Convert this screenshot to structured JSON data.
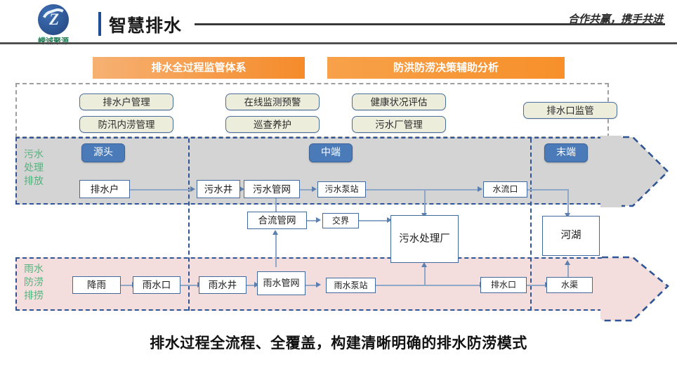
{
  "header": {
    "logo_text": "嵘诚聚源",
    "logo_mark": "Z",
    "title": "智慧排水",
    "tagline": "合作共赢，携手共进"
  },
  "banners": [
    {
      "label": "排水全过程监管体系"
    },
    {
      "label": "防洪防涝决策辅助分析"
    }
  ],
  "modules": [
    {
      "label": "排水户管理"
    },
    {
      "label": "防汛内涝管理"
    },
    {
      "label": "在线监测预警"
    },
    {
      "label": "巡查养护"
    },
    {
      "label": "健康状况评估"
    },
    {
      "label": "污水厂管理"
    },
    {
      "label": "排水口监管"
    }
  ],
  "stages": [
    {
      "label": "源头"
    },
    {
      "label": "中端"
    },
    {
      "label": "末端"
    }
  ],
  "bands": [
    {
      "id": "sewage",
      "label": "污水\n处理\n排放",
      "line1": "污水",
      "line2": "处理",
      "line3": "排放",
      "color": "#d4d4d4"
    },
    {
      "id": "storm",
      "label": "雨水\n防涝\n排捞",
      "line1": "雨水",
      "line2": "防涝",
      "line3": "排捞",
      "color": "#f3dedd"
    }
  ],
  "nodes": {
    "sewage_row": [
      {
        "label": "排水户"
      },
      {
        "label": "污水井"
      },
      {
        "label": "污水管网"
      },
      {
        "label": "污水泵站"
      },
      {
        "label": "水流口"
      }
    ],
    "middle_row": [
      {
        "label": "合流管网"
      },
      {
        "label": "交界"
      }
    ],
    "plant": {
      "label": "污水处理厂"
    },
    "lake": {
      "label": "河湖"
    },
    "storm_row": [
      {
        "label": "降雨"
      },
      {
        "label": "雨水口"
      },
      {
        "label": "雨水井"
      },
      {
        "label": "雨水管网"
      },
      {
        "label": "雨水泵站"
      },
      {
        "label": "排水口"
      },
      {
        "label": "水渠"
      }
    ]
  },
  "caption": "排水过程全流程、全覆盖，构建清晰明确的排水防涝模式",
  "colors": {
    "brand_blue": "#1f4e96",
    "banner_orange": "#f58b2a",
    "band_gray": "#d4d4d4",
    "band_pink": "#f3dedd",
    "node_border": "#41699e",
    "badge_blue": "#4a7ab8",
    "band_label_green": "#54b37e",
    "pill_fill": "#ecedda"
  }
}
